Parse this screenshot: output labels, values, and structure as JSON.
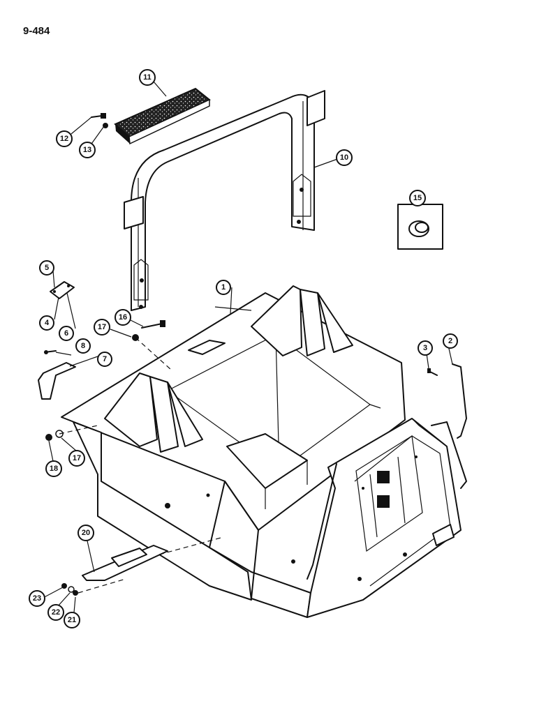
{
  "page": {
    "label": "9-484"
  },
  "callouts": [
    {
      "id": "c1",
      "label": "1"
    },
    {
      "id": "c2",
      "label": "2"
    },
    {
      "id": "c3",
      "label": "3"
    },
    {
      "id": "c4",
      "label": "4"
    },
    {
      "id": "c5",
      "label": "5"
    },
    {
      "id": "c6",
      "label": "6"
    },
    {
      "id": "c7",
      "label": "7"
    },
    {
      "id": "c8",
      "label": "8"
    },
    {
      "id": "c10",
      "label": "10"
    },
    {
      "id": "c11",
      "label": "11"
    },
    {
      "id": "c12",
      "label": "12"
    },
    {
      "id": "c13",
      "label": "13"
    },
    {
      "id": "c15",
      "label": "15"
    },
    {
      "id": "c16",
      "label": "16"
    },
    {
      "id": "c17a",
      "label": "17"
    },
    {
      "id": "c17b",
      "label": "17"
    },
    {
      "id": "c18",
      "label": "18"
    },
    {
      "id": "c20",
      "label": "20"
    },
    {
      "id": "c21",
      "label": "21"
    },
    {
      "id": "c22",
      "label": "22"
    },
    {
      "id": "c23",
      "label": "23"
    }
  ]
}
